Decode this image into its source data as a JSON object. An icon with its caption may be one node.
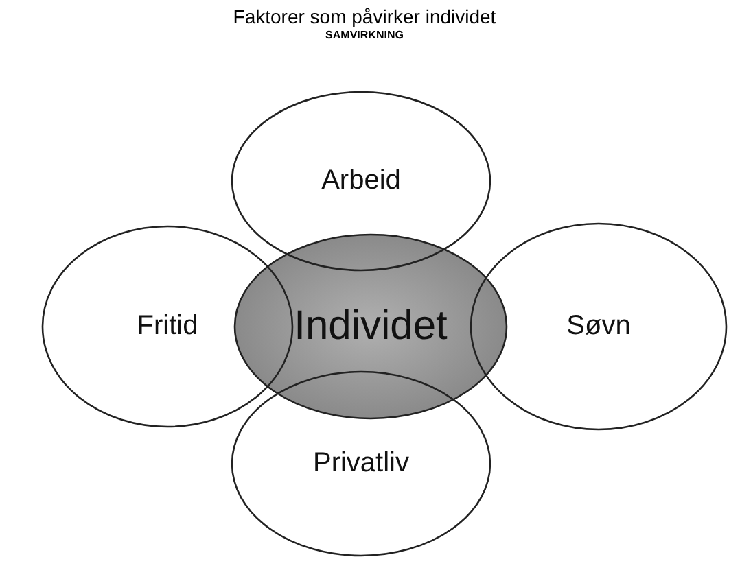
{
  "diagram": {
    "title": "Faktorer som påvirker individet",
    "nodes": [
      {
        "text": [
          "Arbeid"
        ]
      },
      {
        "text": [
          "Fritid"
        ]
      },
      {
        "text": [
          "Individet"
        ]
      },
      {
        "text": [
          "Søvn"
        ]
      },
      {
        "text": [
          "Privatliv"
        ]
      }
    ],
    "labels": [
      "SAMVIRKNING"
    ]
  }
}
